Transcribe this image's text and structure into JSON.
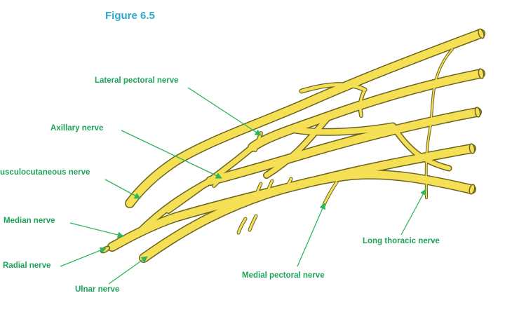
{
  "figure": {
    "title": "Figure 6.5"
  },
  "labels": {
    "lateral_pectoral": "Lateral pectoral nerve",
    "axillary": "Axillary nerve",
    "musculocutaneous": "usculocutaneous nerve",
    "median": "Median nerve",
    "radial": "Radial nerve",
    "ulnar": "Ulnar nerve",
    "medial_pectoral": "Medial pectoral nerve",
    "long_thoracic": "Long thoracic nerve"
  },
  "colors": {
    "nerve_fill": "#f4df55",
    "nerve_outline": "#6b6420",
    "label_text": "#1fa35a",
    "pointer": "#2fb55a",
    "title": "#2fa8cc"
  }
}
